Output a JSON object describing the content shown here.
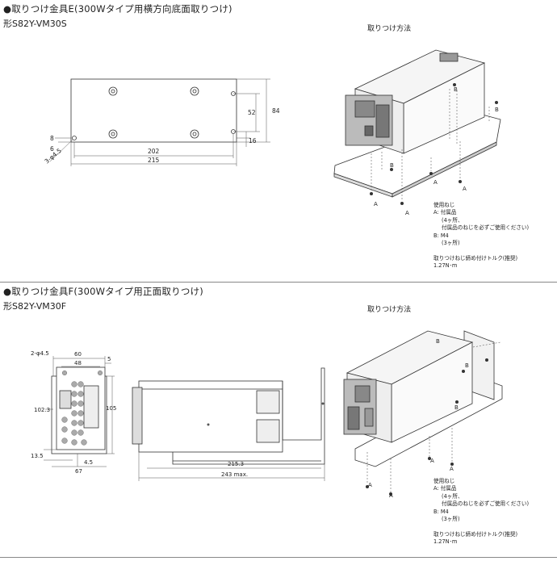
{
  "sections": [
    {
      "title": "●取りつけ金具E(300Wタイプ用横方向底面取りつけ)",
      "model": "形S82Y-VM30S",
      "install_label": "取りつけ方法",
      "dims": {
        "d202": "202",
        "d215": "215",
        "d52": "52",
        "d84": "84",
        "d16": "16",
        "d8": "8",
        "d6": "6",
        "hole": "3-φ4.5"
      },
      "callouts": {
        "a": "A",
        "b": "B"
      },
      "notes": {
        "heading": "使用ねじ",
        "a_line": "A:  付属品",
        "a_count": "(4ヶ所、",
        "a_note": "付属品のねじを必ずご使用ください)",
        "b_line": "B:  M4",
        "b_count": "(3ヶ所)",
        "torque_label": "取りつけねじ締め付けトルク(推奨)",
        "torque_value": "1.27N･m"
      }
    },
    {
      "title": "●取りつけ金具F(300Wタイプ用正面取りつけ)",
      "model": "形S82Y-VM30F",
      "install_label": "取りつけ方法",
      "dims": {
        "hole": "2-φ4.5",
        "d60": "60",
        "d48": "48",
        "d5": "5",
        "d1023": "102.3",
        "d105": "105",
        "d135": "13.5",
        "d45": "4.5",
        "d67": "67",
        "d2153": "215.3",
        "d243": "243 max."
      },
      "callouts": {
        "a": "A",
        "b": "B"
      },
      "notes": {
        "heading": "使用ねじ",
        "a_line": "A:  付属品",
        "a_count": "(4ヶ所、",
        "a_note": "付属品のねじを必ずご使用ください)",
        "b_line": "B:  M4",
        "b_count": "(3ヶ所)",
        "torque_label": "取りつけねじ締め付けトルク(推奨)",
        "torque_value": "1.27N･m"
      }
    }
  ]
}
